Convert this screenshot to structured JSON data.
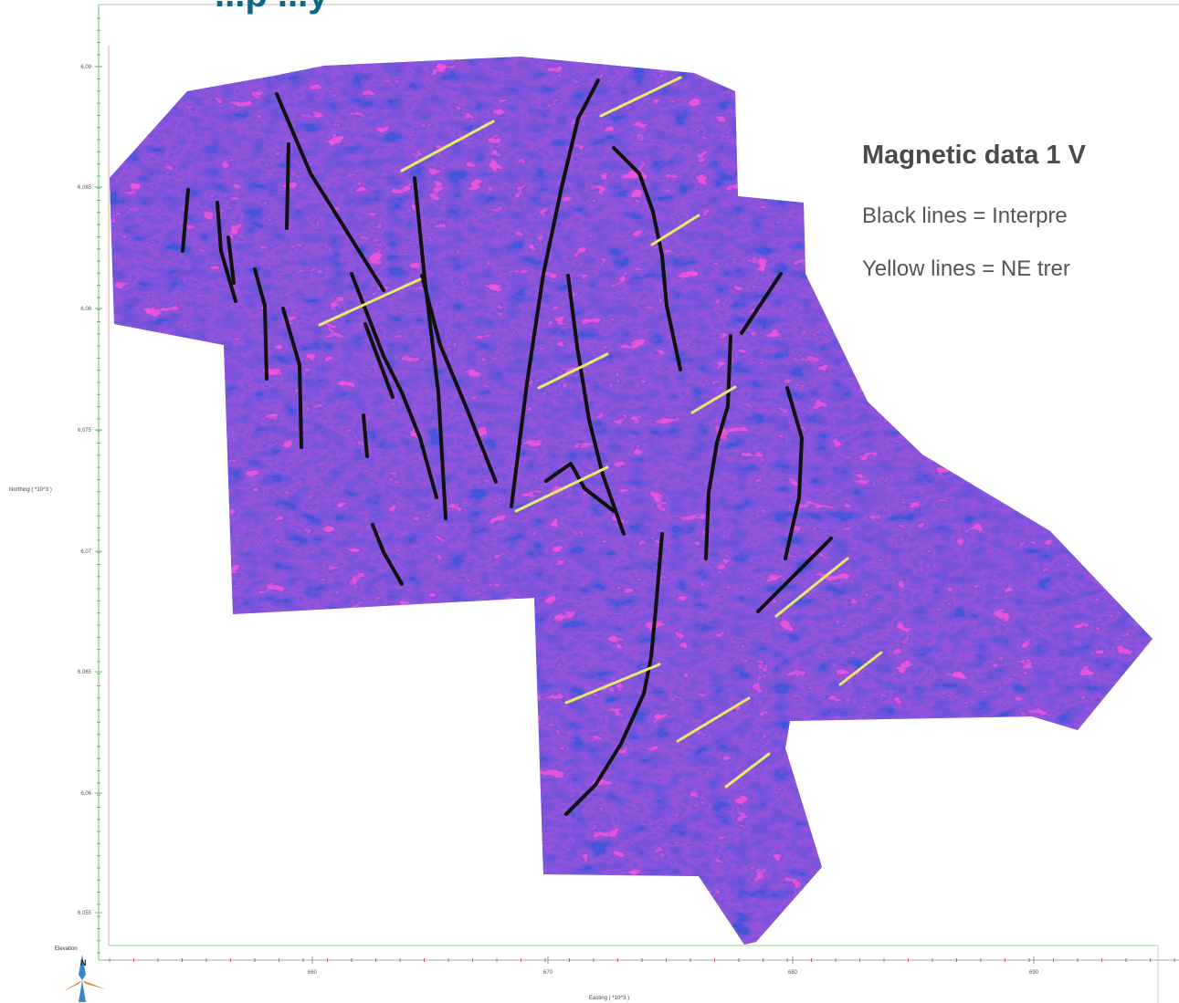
{
  "header": {
    "title": "...p ...y"
  },
  "legend": {
    "title": "Magnetic data 1 V",
    "black_lines": "Black lines = Interpre",
    "yellow_lines": "Yellow lines = NE trer"
  },
  "axes": {
    "x_title": "Easting ( *10^3 )",
    "y_title": "Northing ( *10^3 )",
    "x_ticks": [
      "660",
      "670",
      "680",
      "690"
    ],
    "y_ticks": [
      "6,09",
      "6,085",
      "6,08",
      "6,075",
      "6,07",
      "6,065",
      "6,06",
      "6,055"
    ]
  },
  "elevation_label": "Elevation",
  "colors": {
    "background_blue": "#2fb6f2",
    "deep_blue": "#1414b4",
    "cyan": "#5ee4ef",
    "green": "#2bd24a",
    "yellow": "#e8f04a",
    "red": "#e4231c",
    "interpreted_line": "#111111",
    "ne_trend_line": "#e6ea6a",
    "title": "#0b6a82"
  },
  "icons": {
    "north_arrow": "north-arrow-icon"
  }
}
